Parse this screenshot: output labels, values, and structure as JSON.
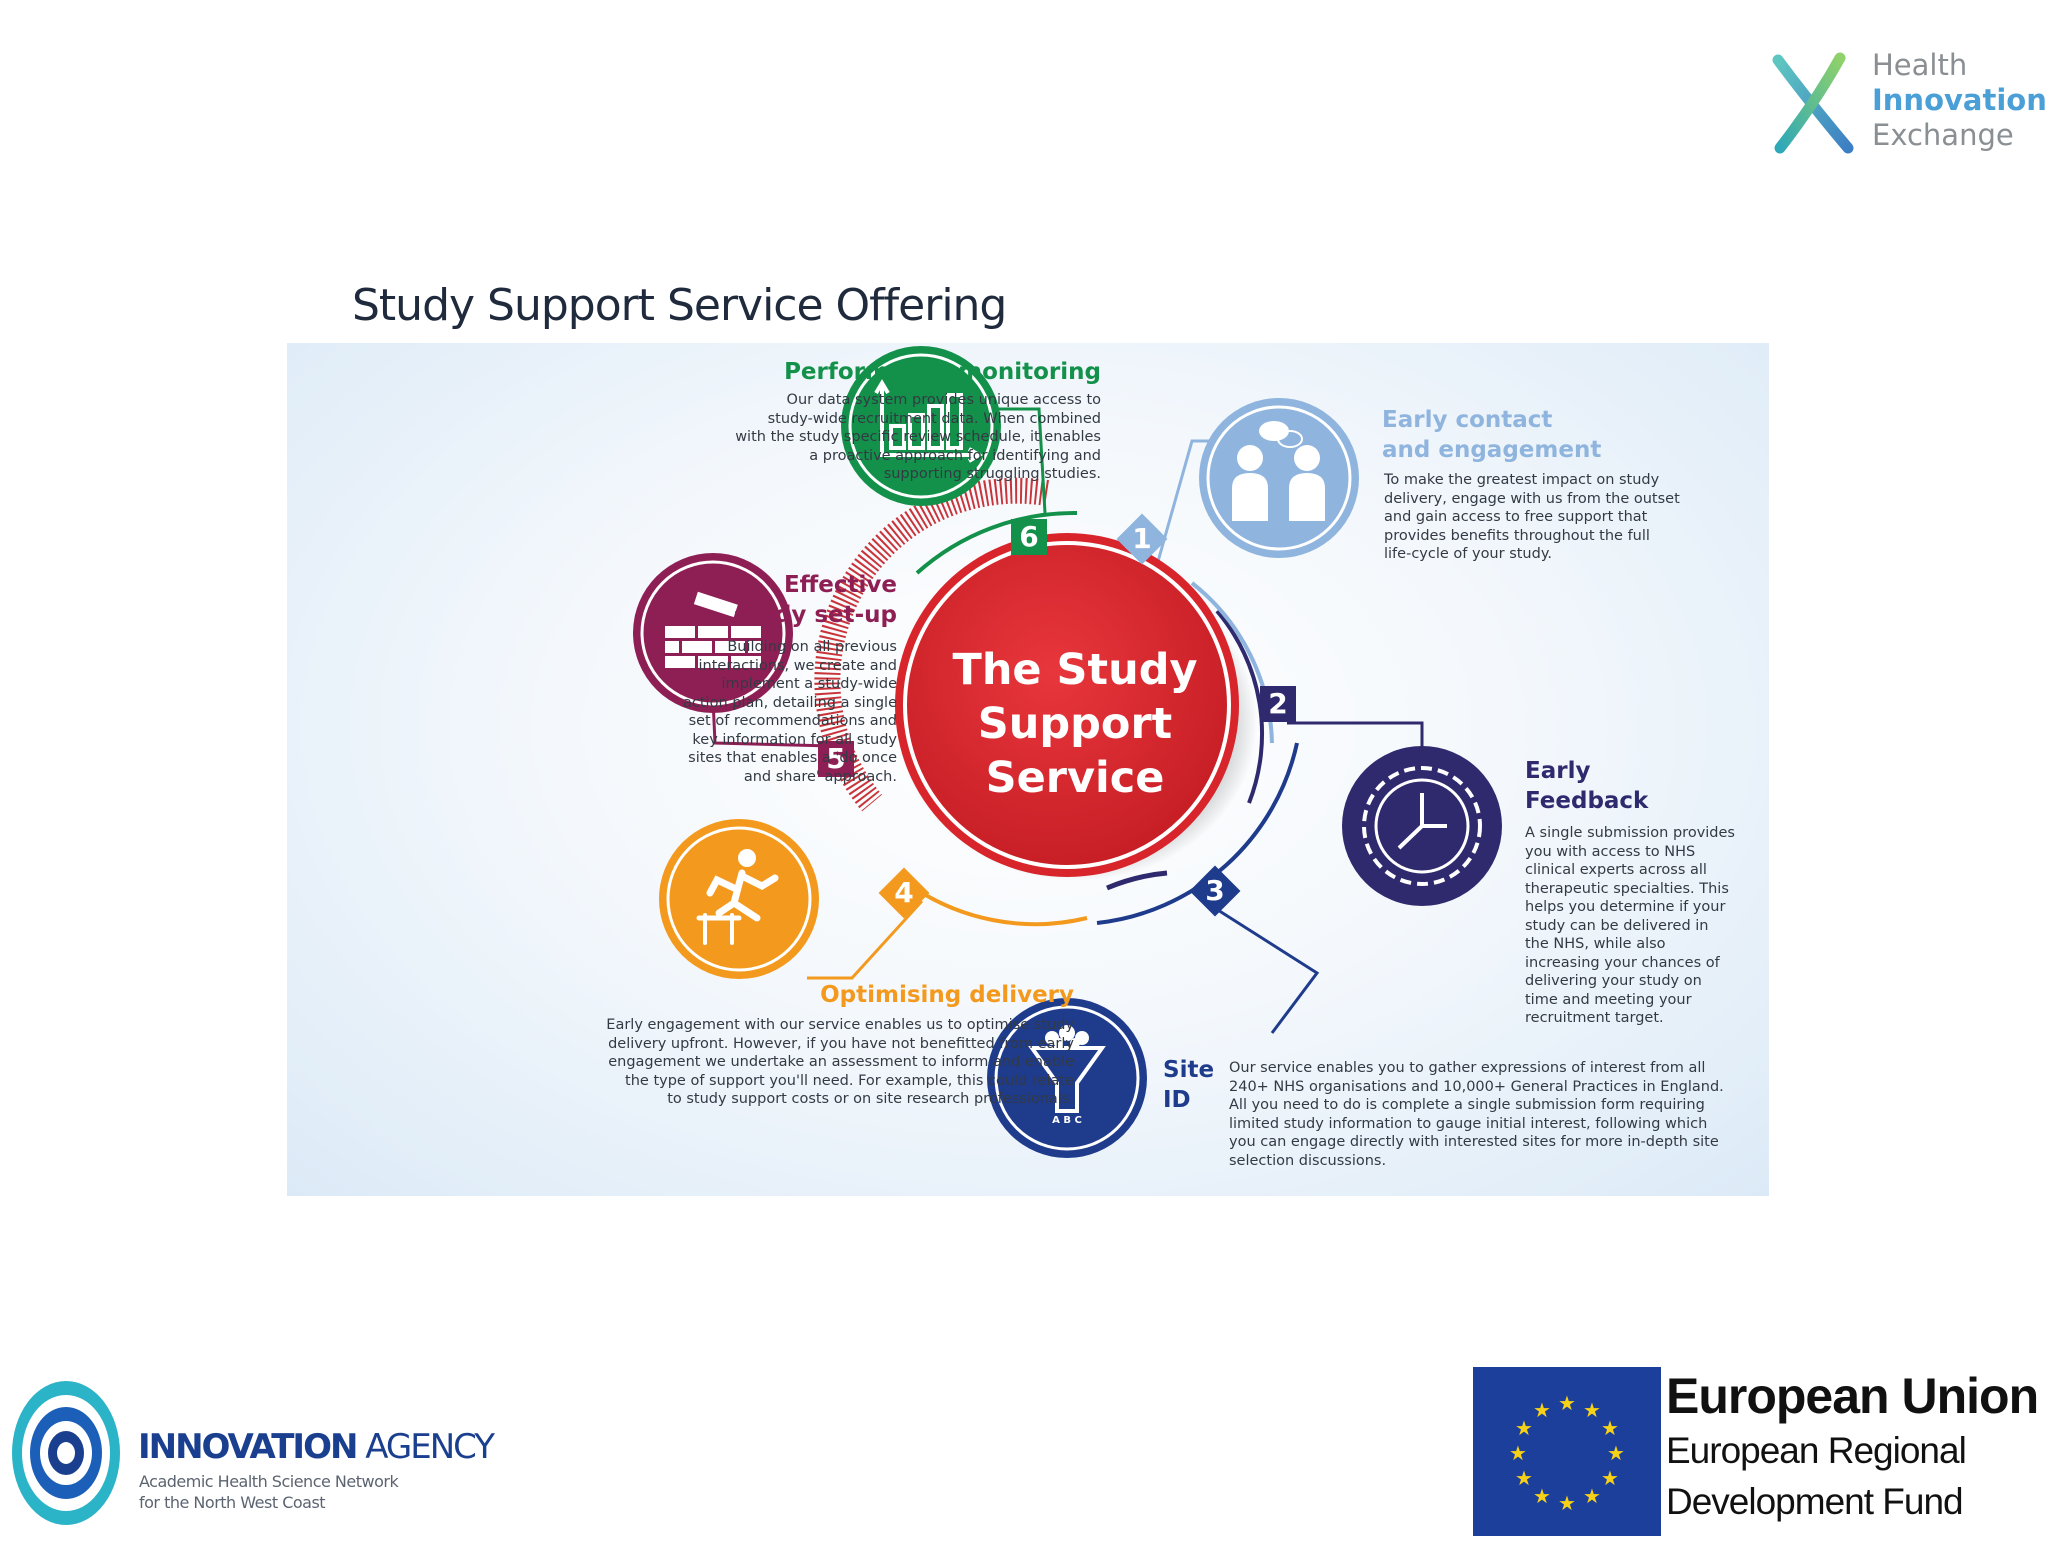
{
  "header": {
    "logo": {
      "line1": "Health",
      "line2": "Innovation",
      "line3": "Exchange",
      "icon": "x-mark-logo"
    },
    "title": "Study Support Service Offering"
  },
  "diagram": {
    "center": "The Study\nSupport\nService",
    "steps": [
      {
        "number": "1",
        "title": "Early contact\nand engagement",
        "body": "To make the greatest impact on study\ndelivery, engage with us from the outset\nand gain access to free support that\nprovides benefits throughout the full\nlife-cycle of your study.",
        "color": "#8fb4de",
        "icon": "people-chat-icon"
      },
      {
        "number": "2",
        "title": "Early\nFeedback",
        "body": "A single submission provides\nyou with access to NHS\nclinical experts across all\ntherapeutic specialties. This\nhelps you determine if your\nstudy can be delivered in\nthe NHS, while also\nincreasing your chances of\ndelivering your study on\ntime and meeting your\nrecruitment target.",
        "color": "#2f2a6e",
        "icon": "clock-gear-icon"
      },
      {
        "number": "3",
        "title": "Site\nID",
        "body": "Our service enables you to gather expressions of interest from all\n240+ NHS organisations and 10,000+ General Practices in England.\nAll you need to do is complete a single submission form requiring\nlimited study information to gauge initial interest, following which\nyou can engage directly with interested sites for more in-depth site\nselection discussions.",
        "color": "#1f3b8c",
        "icon": "funnel-icon",
        "icon_label": "A B C"
      },
      {
        "number": "4",
        "title": "Optimising delivery",
        "body": "Early engagement with our service enables us to optimise study\ndelivery upfront. However, if you have not benefitted from early\nengagement we undertake an assessment to inform and enable\nthe type of support you'll need. For example, this could relate\nto study support costs or on site research professionals.",
        "color": "#f39a1e",
        "icon": "hurdle-runner-icon"
      },
      {
        "number": "5",
        "title": "Effective\nstudy set-up",
        "body": "Building on all previous\ninteractions, we create and\nimplement a study-wide\naction plan, detailing a single\nset of recommendations and\nkey information for all study\nsites that enables a 'do once\nand share' approach.",
        "color": "#8e1f55",
        "icon": "brick-wall-icon"
      },
      {
        "number": "6",
        "title": "Performance monitoring",
        "body": "Our data system provides unique access to\nstudy-wide recruitment data. When combined\nwith the study specific review schedule, it enables\na proactive approach for identifying and\nsupporting struggling studies.",
        "color": "#13914a",
        "icon": "bar-chart-icon"
      }
    ]
  },
  "footer": {
    "innovation_agency": {
      "name_bold": "INNOVATION",
      "name_light": " AGENCY",
      "subtitle": "Academic Health Science Network\nfor the North West Coast"
    },
    "eu": {
      "title": "European Union",
      "line1": "European Regional",
      "line2": "Development Fund"
    }
  },
  "colors": {
    "center_red": "#d7252b",
    "title_text": "#1f2a3d"
  }
}
